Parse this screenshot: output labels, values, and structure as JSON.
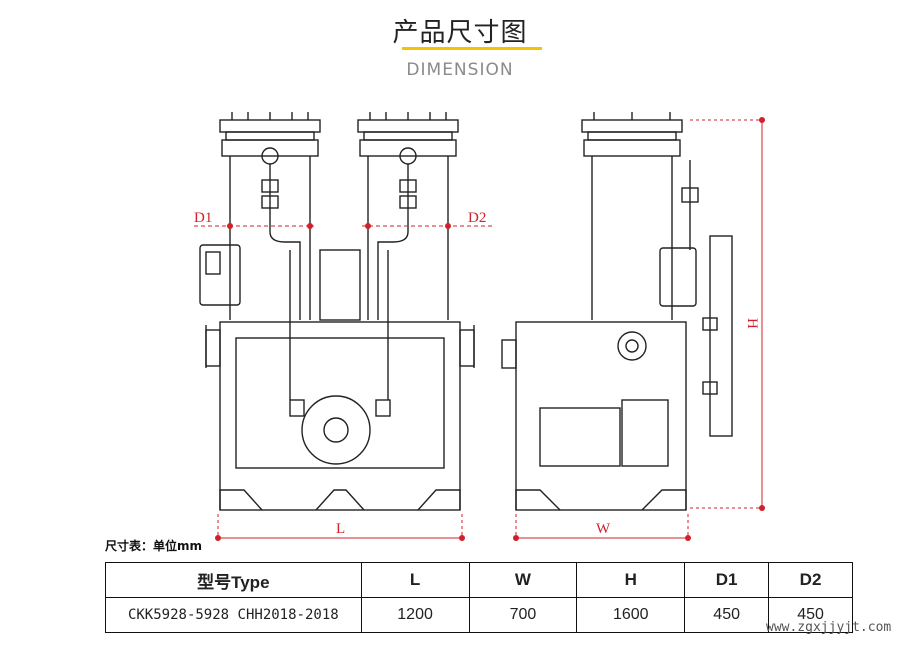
{
  "header": {
    "title": "产品尺寸图",
    "subtitle": "DIMENSION"
  },
  "drawing": {
    "labels": {
      "d1": "D1",
      "d2": "D2",
      "l": "L",
      "w": "W",
      "h": "H"
    },
    "accent_color": "#d0202c",
    "brand_color": "#f5c400"
  },
  "spec": {
    "unit_note": "尺寸表：单位mm",
    "columns": [
      "型号Type",
      "L",
      "W",
      "H",
      "D1",
      "D2"
    ],
    "rows": [
      [
        "CKK5928-5928  CHH2018-2018",
        "1200",
        "700",
        "1600",
        "450",
        "450"
      ]
    ]
  },
  "watermark": "www.zgxjjyjt.com"
}
